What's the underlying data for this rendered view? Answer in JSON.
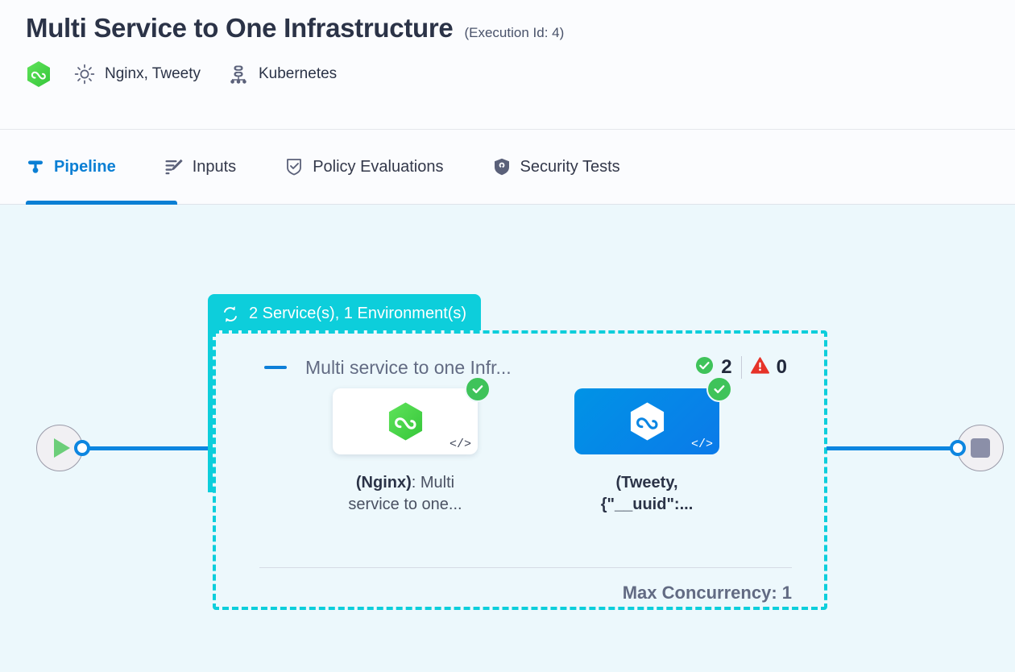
{
  "header": {
    "title": "Multi Service to One Infrastructure",
    "execution_id_label": "(Execution Id: 4)",
    "logo_icon": "harness-hexagon-logo",
    "services_icon": "gear-icon",
    "services_text": "Nginx, Tweety",
    "infrastructure_icon": "kubernetes-cluster-icon",
    "infrastructure_text": "Kubernetes"
  },
  "tabs": {
    "active_index": 0,
    "items": [
      {
        "label": "Pipeline",
        "icon": "pipeline-icon"
      },
      {
        "label": "Inputs",
        "icon": "edit-lines-pencil-icon"
      },
      {
        "label": "Policy Evaluations",
        "icon": "shield-check-icon"
      },
      {
        "label": "Security Tests",
        "icon": "shield-scan-icon"
      }
    ]
  },
  "canvas": {
    "start_node": {
      "icon": "play-icon",
      "name": "start-node"
    },
    "end_node": {
      "icon": "stop-icon",
      "name": "end-node"
    },
    "group": {
      "badge_icon": "loop-repeat-icon",
      "badge_label": "2 Service(s), 1 Environment(s)",
      "collapse_icon": "minus-collapse-icon",
      "title": "Multi service to one Infr...",
      "success_icon": "check-circle-icon",
      "success_count": "2",
      "warning_icon": "warning-triangle-icon",
      "warning_count": "0",
      "max_concurrency_label": "Max Concurrency: 1",
      "nodes": [
        {
          "logo_icon": "harness-hexagon-logo-green",
          "status_icon": "check-circle-icon",
          "code_icon": "code-brackets-icon",
          "label_bold": "(Nginx)",
          "label_rest": ": Multi service to one...",
          "style": "light"
        },
        {
          "logo_icon": "harness-hexagon-logo-white",
          "status_icon": "check-circle-icon",
          "code_icon": "code-brackets-icon",
          "label_bold": "(Tweety, {\"__uuid\":...",
          "label_rest": "",
          "style": "blue"
        }
      ]
    }
  },
  "colors": {
    "accent_blue": "#0b7fd4",
    "group_teal": "#0dcedb",
    "success_green": "#3fc35a",
    "warning_red": "#e63329",
    "canvas_bg": "#ecf8fc",
    "node_blue": "#0093e6"
  }
}
